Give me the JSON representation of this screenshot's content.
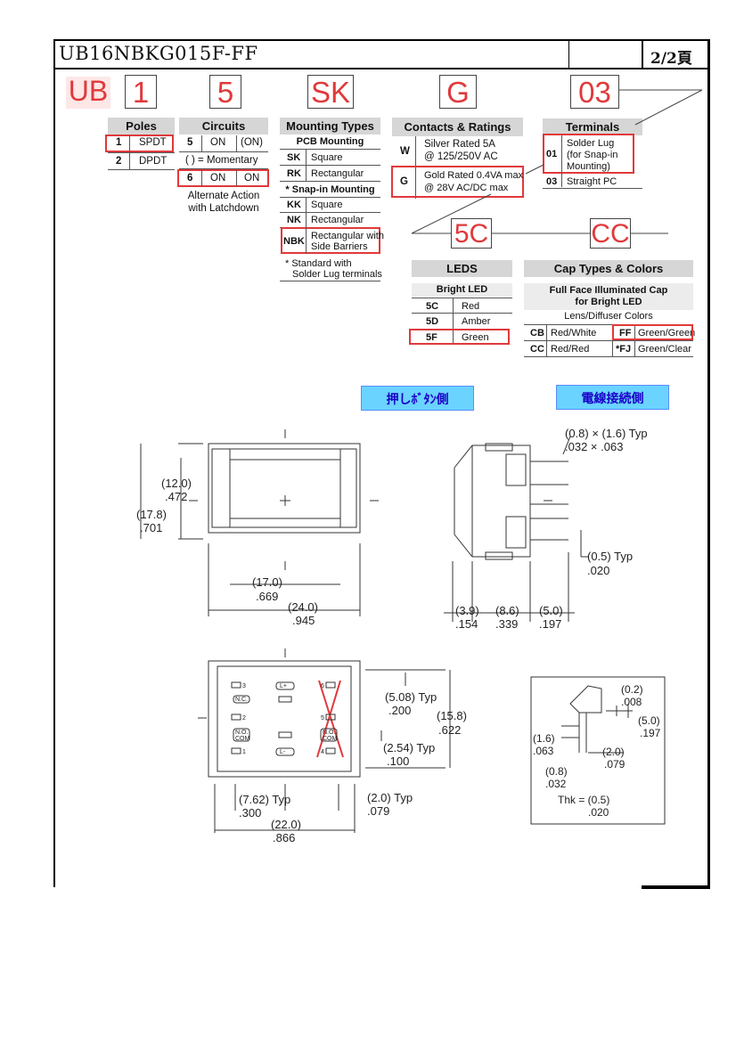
{
  "header": {
    "title": "UB16NBKG015F-FF",
    "page": "2/2頁"
  },
  "codes": {
    "series": "UB",
    "poles": "1",
    "circuits": "5",
    "mounting": "SK",
    "contacts": "G",
    "terminals": "03",
    "leds": "5C",
    "cap": "CC"
  },
  "poles": {
    "title": "Poles",
    "rows": [
      {
        "code": "1",
        "label": "SPDT"
      },
      {
        "code": "2",
        "label": "DPDT"
      }
    ]
  },
  "circuits": {
    "title": "Circuits",
    "row1": {
      "code": "5",
      "a": "ON",
      "b": "(ON)"
    },
    "note": "(   ) = Momentary",
    "row2": {
      "code": "6",
      "a": "ON",
      "b": "ON"
    },
    "foot1": "Alternate Action",
    "foot2": "with Latchdown"
  },
  "mounting": {
    "title": "Mounting Types",
    "pcb": "PCB Mounting",
    "snap": "* Snap-in Mounting",
    "rows": [
      {
        "code": "SK",
        "label": "Square"
      },
      {
        "code": "RK",
        "label": "Rectangular"
      },
      {
        "code": "KK",
        "label": "Square"
      },
      {
        "code": "NK",
        "label": "Rectangular"
      },
      {
        "code": "NBK",
        "label1": "Rectangular with",
        "label2": "Side Barriers"
      }
    ],
    "foot1": "* Standard with",
    "foot2": "Solder Lug terminals"
  },
  "contacts": {
    "title": "Contacts & Ratings",
    "w_code": "W",
    "w1": "Silver Rated 5A",
    "w2": "@ 125/250V AC",
    "g_code": "G",
    "g1": "Gold Rated 0.4VA max",
    "g2": "@ 28V AC/DC max"
  },
  "terminals": {
    "title": "Terminals",
    "code01": "01",
    "l1": "Solder Lug",
    "l2": "(for Snap-in",
    "l3": "Mounting)",
    "code03": "03",
    "l4": "Straight PC"
  },
  "leds": {
    "title": "LEDS",
    "sub": "Bright LED",
    "rows": [
      {
        "code": "5C",
        "label": "Red"
      },
      {
        "code": "5D",
        "label": "Amber"
      },
      {
        "code": "5F",
        "label": "Green"
      }
    ]
  },
  "cap": {
    "title": "Cap Types & Colors",
    "sub1": "Full Face Illuminated Cap",
    "sub2": "for Bright LED",
    "colors": "Lens/Diffuser Colors",
    "r1": {
      "c1": "CB",
      "l1": "Red/White",
      "c2": "FF",
      "l2": "Green/Green"
    },
    "r2": {
      "c1": "CC",
      "l1": "Red/Red",
      "c2": "*FJ",
      "l2": "Green/Clear"
    }
  },
  "views": {
    "button_side": "押しﾎﾞﾀﾝ側",
    "wire_side": "電線接続側"
  },
  "dims": {
    "d12": "(12.0)",
    "d472": ".472",
    "d178": "(17.8)",
    "d701": ".701",
    "d17": "(17.0)",
    "d669": ".669",
    "d24": "(24.0)",
    "d945": ".945",
    "pin1": "(0.8) × (1.6) Typ",
    "pin2": ".032 × .063",
    "d05": "(0.5) Typ",
    "d020": ".020",
    "d39": "(3.9)",
    "d154": ".154",
    "d86": "(8.6)",
    "d339": ".339",
    "d50": "(5.0)",
    "d197": ".197",
    "d508": "(5.08) Typ",
    "d200": ".200",
    "d158": "(15.8)",
    "d622": ".622",
    "d254": "(2.54) Typ",
    "d100": ".100",
    "d762": "(7.62) Typ",
    "d300": ".300",
    "d20": "(2.0) Typ",
    "d079": ".079",
    "d22": "(22.0)",
    "d866": ".866",
    "t02": "(0.2)",
    "t008": ".008",
    "t50": "(5.0)",
    "t197": ".197",
    "t16": "(1.6)",
    "t063": ".063",
    "t20": "(2.0)",
    "t079": ".079",
    "t08": "(0.8)",
    "t032": ".032",
    "thk": "Thk = (0.5)",
    "thk2": ".020"
  },
  "pcb_labels": {
    "nc": "N.C.",
    "no1": "N.O.",
    "no2": "COM",
    "com1": "N.O.",
    "com2": "COM",
    "p3": "3",
    "p2": "2",
    "p1": "1",
    "p6": "6",
    "p5": "5",
    "p4": "4",
    "lplus": "L+",
    "lminus": "L-"
  }
}
